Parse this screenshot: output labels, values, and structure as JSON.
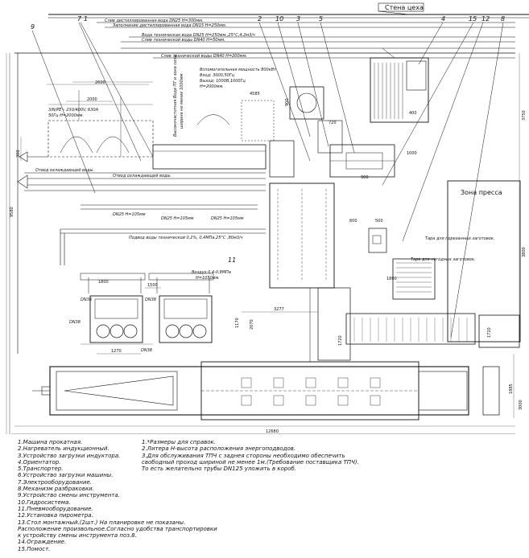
{
  "header": {
    "wall": "Стена цеха",
    "press_zone": "Зона пресса"
  },
  "positions": [
    "9",
    "7",
    "1",
    "2",
    "10",
    "3",
    "5",
    "4",
    "15",
    "12",
    "8",
    "11"
  ],
  "pipe_labels": {
    "p1": "Слив дистиллированная вода DN25 H=300мм.",
    "p2": "Заполнение дистиллированная вода DN15 H=250мм.",
    "p3": "Вода техническая вода DN25 H=250мм.,25°C,4,2м3/ч",
    "p4": "Слив технической воды DN40 H=50мм.",
    "p5": "Слив технической воды DN40 H=200мм.",
    "p6": "Отвод охлаждающей воды.",
    "p7": "Отвод охлаждающей воды.",
    "p8": "Подвод воды технической 0,2%, 0,4МПа,25°C ,80м3/ч",
    "dn1": "DN25 H=105мм",
    "dn2": "DN25 H=105мм",
    "dn3": "DN25 H=105мм",
    "air": "Воздух 0,4-0,8МПа",
    "air_h": "H=1050мм.",
    "power": "3/N/PE~ 230/400V, 630A",
    "power_h": "50Гц H=2000мм.",
    "vert": "Высокочастотная Вода ПТ и зона силы",
    "vert2": "ширина не менее 1000мм",
    "spec1": "Вспомогательная мощность 800кВт",
    "spec2": "Вход: 3000,50Гц",
    "spec3": "Выход: 1000В,1000Гц",
    "spec4": "H=2000мм.",
    "tara1": "Тара для порезанных заготовок.",
    "tara2": "Тара для негодных заготовок.",
    "dn38a": "DN38",
    "dn38b": "DN38",
    "dn38c": "DN38",
    "dn38d": "DN38"
  },
  "dimensions": {
    "d2600": "2600",
    "d2000": "2000",
    "d300": "300",
    "d900a": "900",
    "d4585": "4585",
    "d720": "720",
    "d900b": "900",
    "d3750": "3750",
    "d9580": "9580",
    "d600": "600",
    "d500": "500",
    "d3800": "3800",
    "d1800a": "1800",
    "d1720a": "1720",
    "d1270": "1270",
    "d1800b": "1800",
    "d1500": "1500",
    "d3277": "3277",
    "d2070": "2070",
    "d1170": "1170",
    "d1720b": "1720",
    "d1885": "1885",
    "d3000": "3000",
    "d12680": "12680",
    "d1000": "1000",
    "d400": "400"
  },
  "legend_left": [
    "1.Машина прокатная.",
    "2.Нагреватель индукционный.",
    "3.Устройство загрузки индуктора.",
    "4.Ориентатор.",
    "5.Транспортер.",
    "6.Устройство загрузки машины.",
    "7.Электрооборудование.",
    "8.Механизм разбраковки.",
    "9.Устройство смены инструмента.",
    "10.Гидросистема.",
    "11.Пневмооборудование.",
    "12.Установка пирометра.",
    "13.Стол монтажный.(2шт.) На планировке не показаны.",
    "Расположение произвольное.Согласно удобства транспортировки",
    "к устройству смены инструмента поз.8.",
    "14.Ограждение.",
    "15.Помост."
  ],
  "legend_right": [
    "1.*Размеры для справок.",
    "2.Литера H-высота расположения энергоподводов.",
    "3.Для обслуживания ТПЧ с заднея стороны необходимо обеспечить",
    "свободный проход шириной не менее 1м.(Требование поставщика ТПЧ).",
    "То есть желательно трубы DN125 уложить в короб."
  ]
}
